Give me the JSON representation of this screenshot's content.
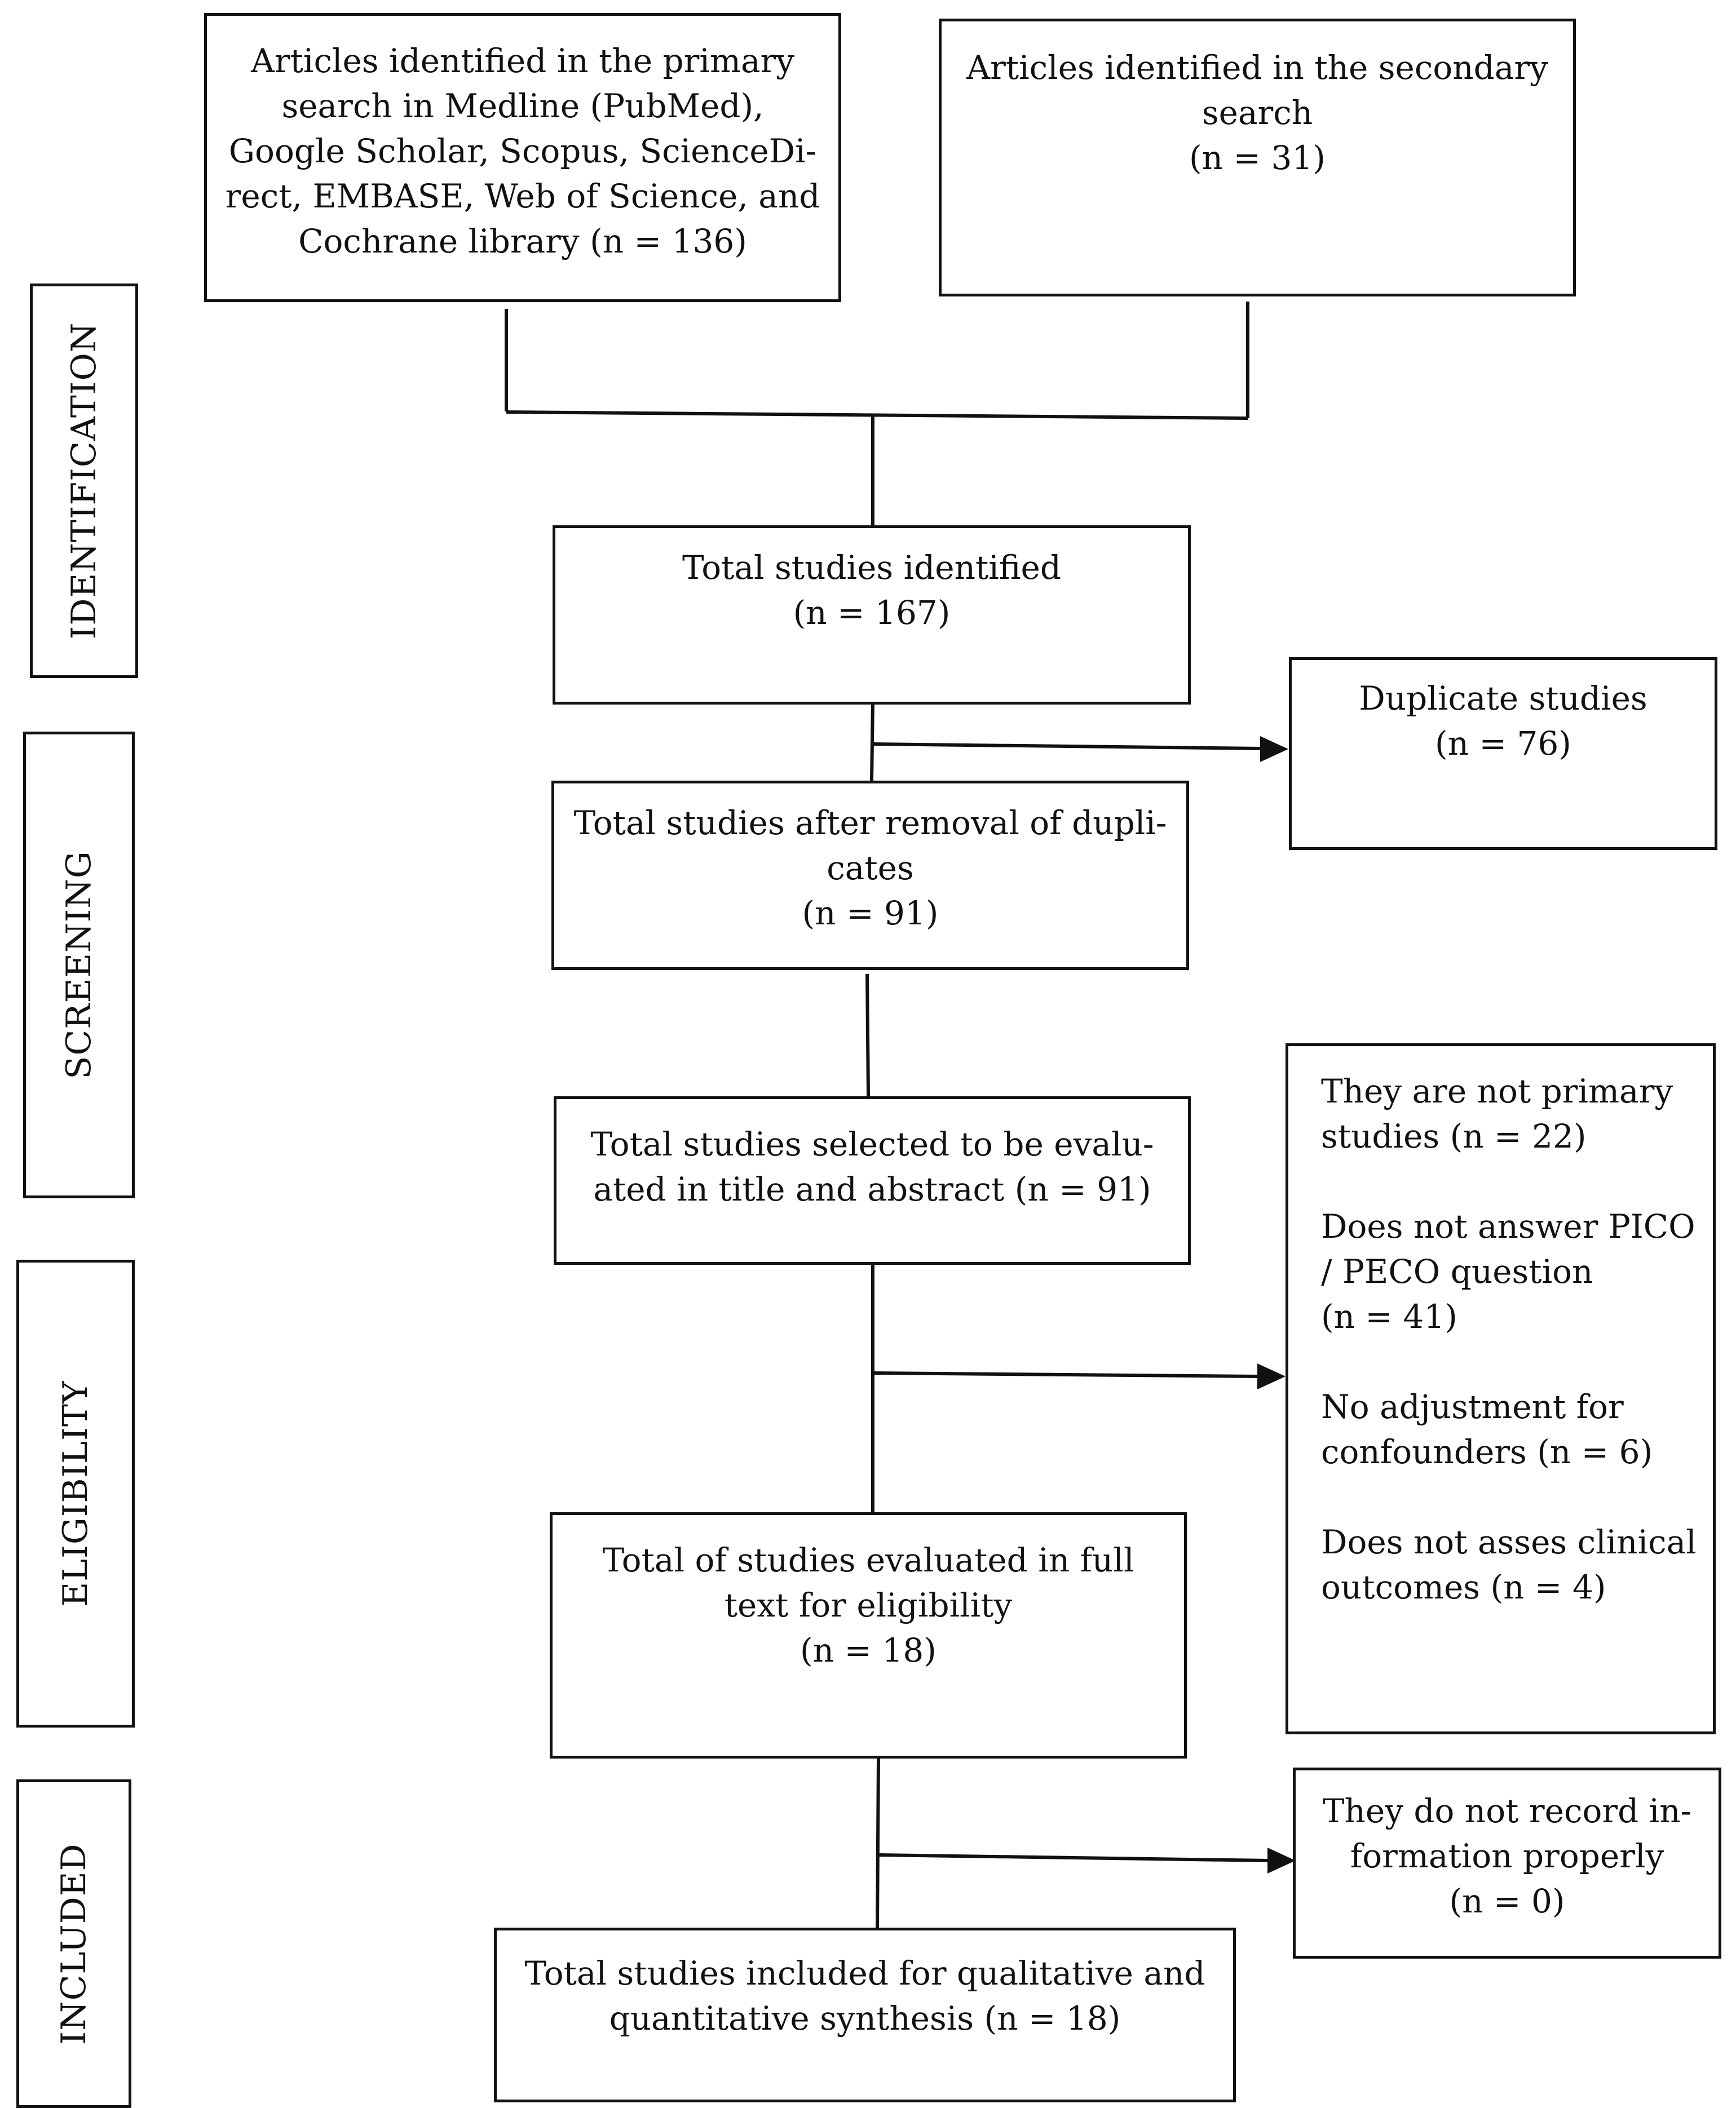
{
  "stages": {
    "identification": "IDENTIFICATION",
    "screening": "SCREENING",
    "eligibility": "ELIGIBILITY",
    "included": "INCLUDED"
  },
  "boxes": {
    "primary_search": {
      "lines": [
        "Articles identified in the primary",
        "search in Medline (PubMed),",
        "Google Scholar, Scopus, ScienceDi-",
        "rect, EMBASE, Web of Science, and",
        "Cochrane library (n = 136)"
      ]
    },
    "secondary_search": {
      "lines": [
        "Articles identified in the secondary",
        "search",
        "(n = 31)"
      ]
    },
    "total_identified": {
      "lines": [
        "Total studies identified",
        "(n = 167)"
      ]
    },
    "duplicates": {
      "lines": [
        "Duplicate studies",
        "(n = 76)"
      ]
    },
    "after_duplicates": {
      "lines": [
        "Total studies after removal of dupli-",
        "cates",
        "(n = 91)"
      ]
    },
    "title_abstract": {
      "lines": [
        "Total studies selected to be evalu-",
        "ated in title and abstract (n = 91)"
      ]
    },
    "exclusions": {
      "groups": [
        [
          "They are not primary",
          "studies (n = 22)"
        ],
        [
          "Does not answer PICO",
          "/ PECO question",
          "(n = 41)"
        ],
        [
          "No adjustment for",
          "confounders (n = 6)"
        ],
        [
          "Does not asses clinical",
          "outcomes (n = 4)"
        ]
      ]
    },
    "full_text": {
      "lines": [
        "Total of studies evaluated in full",
        "text for eligibility",
        "(n = 18)"
      ]
    },
    "not_recorded": {
      "lines": [
        "They do not record in-",
        "formation properly",
        "(n = 0)"
      ]
    },
    "included": {
      "lines": [
        "Total studies included for qualitative and",
        "quantitative synthesis (n = 18)"
      ]
    }
  }
}
